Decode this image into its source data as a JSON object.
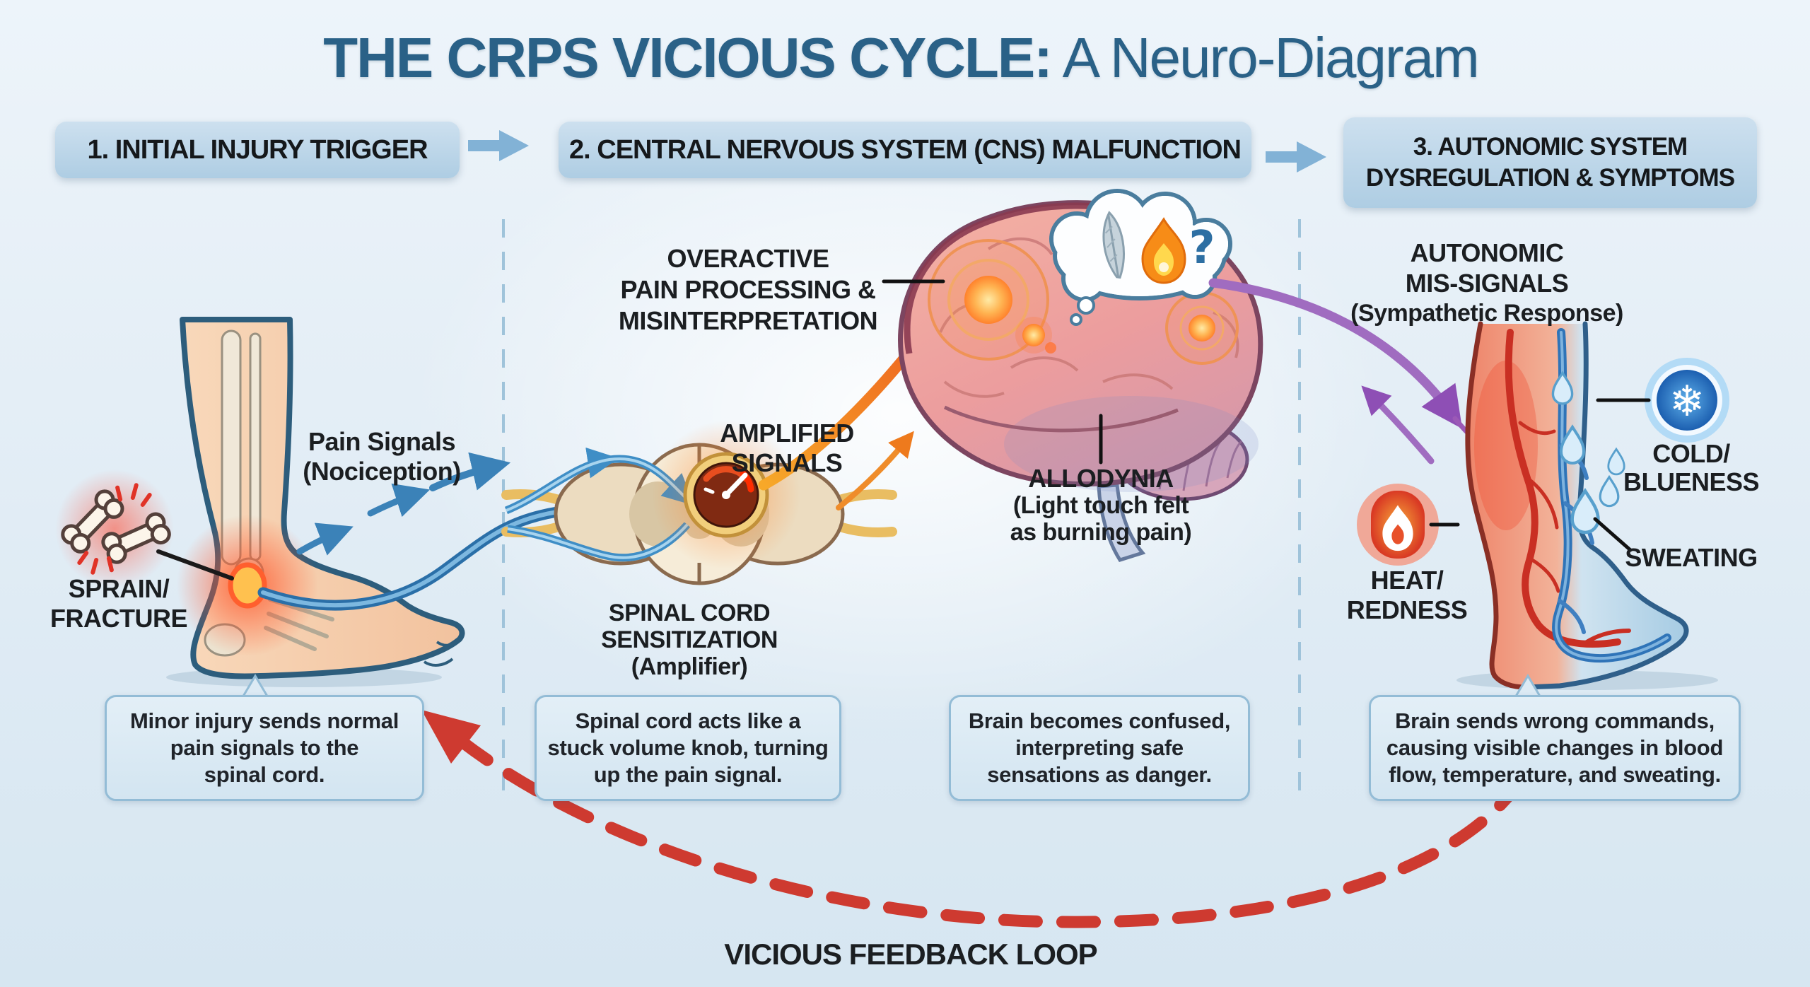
{
  "title": {
    "main": "THE CRPS VICIOUS CYCLE:",
    "sub": " A Neuro-Diagram"
  },
  "stages": {
    "s1": "1. INITIAL INJURY TRIGGER",
    "s2": "2. CENTRAL NERVOUS SYSTEM (CNS) MALFUNCTION",
    "s3_line1": "3. AUTONOMIC SYSTEM",
    "s3_line2": "DYSREGULATION & SYMPTOMS"
  },
  "panel1": {
    "sprain1": "SPRAIN/",
    "sprain2": "FRACTURE",
    "pain1": "Pain Signals",
    "pain2": "(Nociception)"
  },
  "panel2": {
    "over1": "OVERACTIVE",
    "over2": "PAIN PROCESSING &",
    "over3": "MISINTERPRETATION",
    "amp1": "AMPLIFIED",
    "amp2": "SIGNALS",
    "spinal1": "SPINAL CORD",
    "spinal2": "SENSITIZATION",
    "spinal3": "(Amplifier)",
    "allo1": "ALLODYNIA",
    "allo2": "(Light touch felt",
    "allo3": "as burning pain)"
  },
  "panel3": {
    "auto1": "AUTONOMIC",
    "auto2": "MIS-SIGNALS",
    "auto3": "(Sympathetic Response)",
    "cold1": "COLD/",
    "cold2": "BLUENESS",
    "sweating": "SWEATING",
    "heat1": "HEAT/",
    "heat2": "REDNESS"
  },
  "captions": [
    {
      "line1": "Minor injury sends normal",
      "line2": "pain signals to the",
      "line3": "spinal cord."
    },
    {
      "line1": "Spinal cord acts like a",
      "line2": "stuck volume knob, turning",
      "line3": "up the pain signal."
    },
    {
      "line1": "Brain becomes confused,",
      "line2": "interpreting safe",
      "line3": "sensations as danger."
    },
    {
      "line1": "Brain sends wrong commands,",
      "line2": "causing visible changes in blood",
      "line3": "flow, temperature, and sweating."
    }
  ],
  "footer": {
    "loop": "VICIOUS FEEDBACK LOOP"
  },
  "icons": {
    "snowflake_glyph": "❄",
    "question_glyph": "?"
  },
  "colors": {
    "background": "#e7f0f8",
    "title": "#2a6187",
    "stage_box": "#b9d3e6",
    "stage_arrow": "#82b2d6",
    "caption_box": "#dceaf4",
    "caption_border": "#93bcd6",
    "pain_signal_blue": "#3b82b8",
    "amplified_orange": "#ee7a1d",
    "autonomic_purple": "#9b59b6",
    "feedback_red": "#ce3a30",
    "heat_red": "#e8512a",
    "cold_blue": "#2d6fb5"
  }
}
